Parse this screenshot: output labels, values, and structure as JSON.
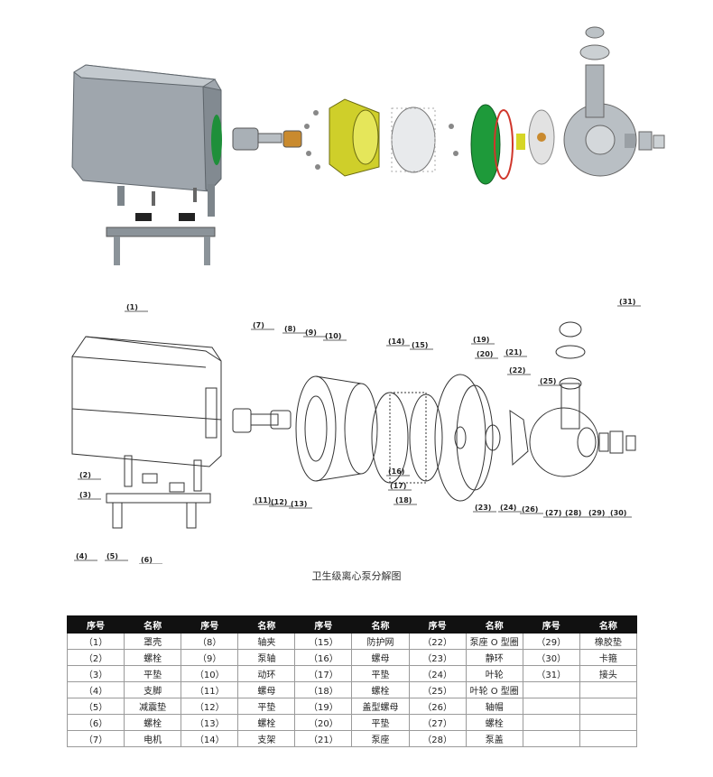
{
  "caption": "卫生级离心泵分解图",
  "callouts": [
    {
      "n": "(1)"
    },
    {
      "n": "(2)"
    },
    {
      "n": "(3)"
    },
    {
      "n": "(4)"
    },
    {
      "n": "(5)"
    },
    {
      "n": "(6)"
    },
    {
      "n": "(7)"
    },
    {
      "n": "(8)"
    },
    {
      "n": "(9)"
    },
    {
      "n": "(10)"
    },
    {
      "n": "(11)"
    },
    {
      "n": "(12)"
    },
    {
      "n": "(13)"
    },
    {
      "n": "(14)"
    },
    {
      "n": "(15)"
    },
    {
      "n": "(16)"
    },
    {
      "n": "(17)"
    },
    {
      "n": "(18)"
    },
    {
      "n": "(19)"
    },
    {
      "n": "(20)"
    },
    {
      "n": "(21)"
    },
    {
      "n": "(22)"
    },
    {
      "n": "(23)"
    },
    {
      "n": "(24)"
    },
    {
      "n": "(25)"
    },
    {
      "n": "(26)"
    },
    {
      "n": "(27)"
    },
    {
      "n": "(28)"
    },
    {
      "n": "(29)"
    },
    {
      "n": "(30)"
    },
    {
      "n": "(31)"
    }
  ],
  "table": {
    "headers": [
      "序号",
      "名称",
      "序号",
      "名称",
      "序号",
      "名称",
      "序号",
      "名称",
      "序号",
      "名称"
    ],
    "rows": [
      [
        "（1）",
        "罩壳",
        "（8）",
        "轴夹",
        "（15）",
        "防护网",
        "（22）",
        "泵座 O 型圈",
        "（29）",
        "橡胶垫"
      ],
      [
        "（2）",
        "螺栓",
        "（9）",
        "泵轴",
        "（16）",
        "螺母",
        "（23）",
        "静环",
        "（30）",
        "卡箍"
      ],
      [
        "（3）",
        "平垫",
        "（10）",
        "动环",
        "（17）",
        "平垫",
        "（24）",
        "叶轮",
        "（31）",
        "接头"
      ],
      [
        "（4）",
        "支脚",
        "（11）",
        "螺母",
        "（18）",
        "螺栓",
        "（25）",
        "叶轮 O 型圈",
        "",
        ""
      ],
      [
        "（5）",
        "减震垫",
        "（12）",
        "平垫",
        "（19）",
        "盖型螺母",
        "（26）",
        "轴帽",
        "",
        ""
      ],
      [
        "（6）",
        "螺栓",
        "（13）",
        "螺栓",
        "（20）",
        "平垫",
        "（27）",
        "螺栓",
        "",
        ""
      ],
      [
        "（7）",
        "电机",
        "（14）",
        "支架",
        "（21）",
        "泵座",
        "（28）",
        "泵盖",
        "",
        ""
      ]
    ]
  }
}
